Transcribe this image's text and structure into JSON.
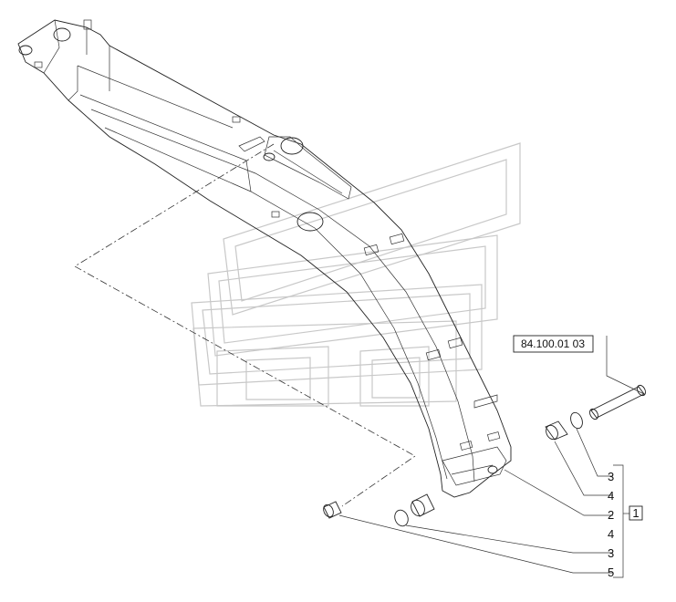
{
  "reference_box": {
    "text": "84.100.01  03"
  },
  "kit_box": {
    "text": "1"
  },
  "callouts": [
    {
      "id": "c1",
      "text": "3"
    },
    {
      "id": "c2",
      "text": "4"
    },
    {
      "id": "c3",
      "text": "2"
    },
    {
      "id": "c4",
      "text": "4"
    },
    {
      "id": "c5",
      "text": "3"
    },
    {
      "id": "c6",
      "text": "5"
    }
  ]
}
